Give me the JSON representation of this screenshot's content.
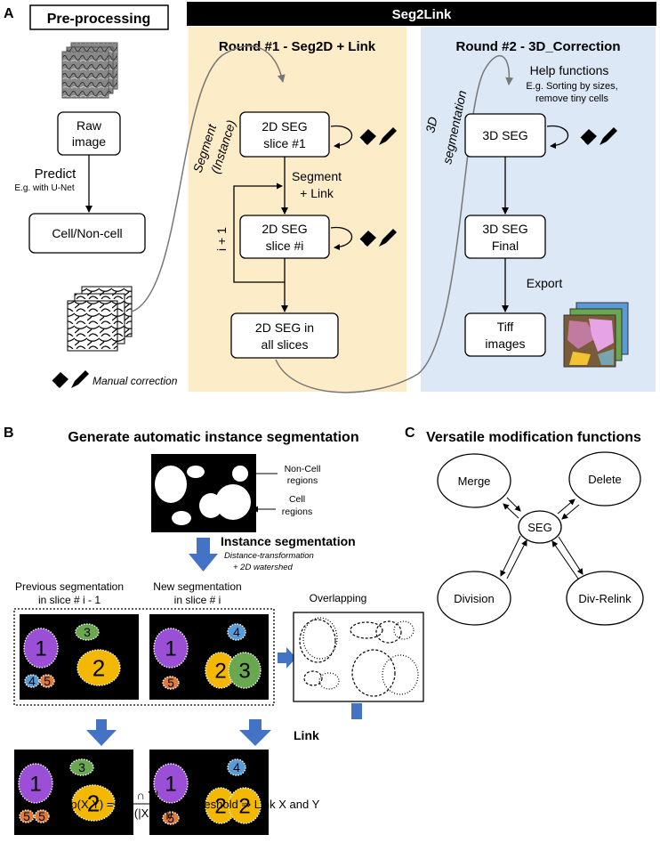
{
  "panel_a": {
    "letter": "A",
    "preprocessing_title": "Pre-processing",
    "seg2link_title": "Seg2Link",
    "round1_title": "Round #1 - Seg2D + Link",
    "round2_title": "Round #2 - 3D_Correction",
    "raw_image": [
      "Raw",
      "image"
    ],
    "predict": "Predict",
    "predict_sub": "E.g. with U-Net",
    "cell_noncell": "Cell/Non-cell",
    "segment_instance": [
      "Segment",
      "(Instance)"
    ],
    "seg_slice1": [
      "2D SEG",
      "slice #1"
    ],
    "segment_link": [
      "Segment",
      "+ Link"
    ],
    "i_plus_1": "i + 1",
    "seg_slicei": [
      "2D SEG",
      "slice #i"
    ],
    "seg_all": [
      "2D SEG in",
      "all slices"
    ],
    "manual_correction": "Manual correction",
    "seg_3d_label": [
      "3D",
      "segmentation"
    ],
    "help_functions": "Help functions",
    "help_sub": [
      "E.g. Sorting by sizes,",
      "remove tiny cells"
    ],
    "seg3d": "3D SEG",
    "seg3d_final": [
      "3D SEG",
      "Final"
    ],
    "export": "Export",
    "tiff": [
      "Tiff",
      "images"
    ]
  },
  "panel_b": {
    "letter": "B",
    "title": "Generate automatic instance segmentation",
    "noncell": [
      "Non-Cell",
      "regions"
    ],
    "cell": [
      "Cell",
      "regions"
    ],
    "instance_seg": "Instance segmentation",
    "instance_sub": [
      "Distance-transformation",
      "+ 2D watershed"
    ],
    "prev_label": [
      "Previous segmentation",
      "in slice # i - 1"
    ],
    "new_label": [
      "New segmentation",
      "in slice # i"
    ],
    "overlapping": "Overlapping",
    "link": "Link",
    "prev_cells": [
      "1",
      "3",
      "4",
      "5",
      "2"
    ],
    "new_cells": [
      "1",
      "4",
      "5",
      "2",
      "3"
    ],
    "linked_prev_cells": [
      "1",
      "3",
      "5",
      "5",
      "2"
    ],
    "linked_new_cells": [
      "1",
      "4",
      "5",
      "2",
      "2"
    ],
    "formula": {
      "lhs": "overlap(X,Y) =",
      "numerator": "|X ∩ Y|",
      "denominator": "min(|X|,|Y|)",
      "rhs": "> threshold  ⇒  Link X and Y"
    }
  },
  "panel_c": {
    "letter": "C",
    "title": "Versatile modification functions",
    "center": "SEG",
    "nodes": [
      "Merge",
      "Delete",
      "Division",
      "Div-Relink"
    ]
  },
  "colors": {
    "seg2link_bar": "#000000",
    "round1_bg": "#fdecc8",
    "round2_bg": "#dce8f5",
    "arrow_blue": "#4472c4",
    "purple": "#9b4fd6",
    "green": "#6aa84f",
    "blue": "#5b9bd5",
    "orange": "#e07a3a",
    "yellow": "#f5b800"
  }
}
